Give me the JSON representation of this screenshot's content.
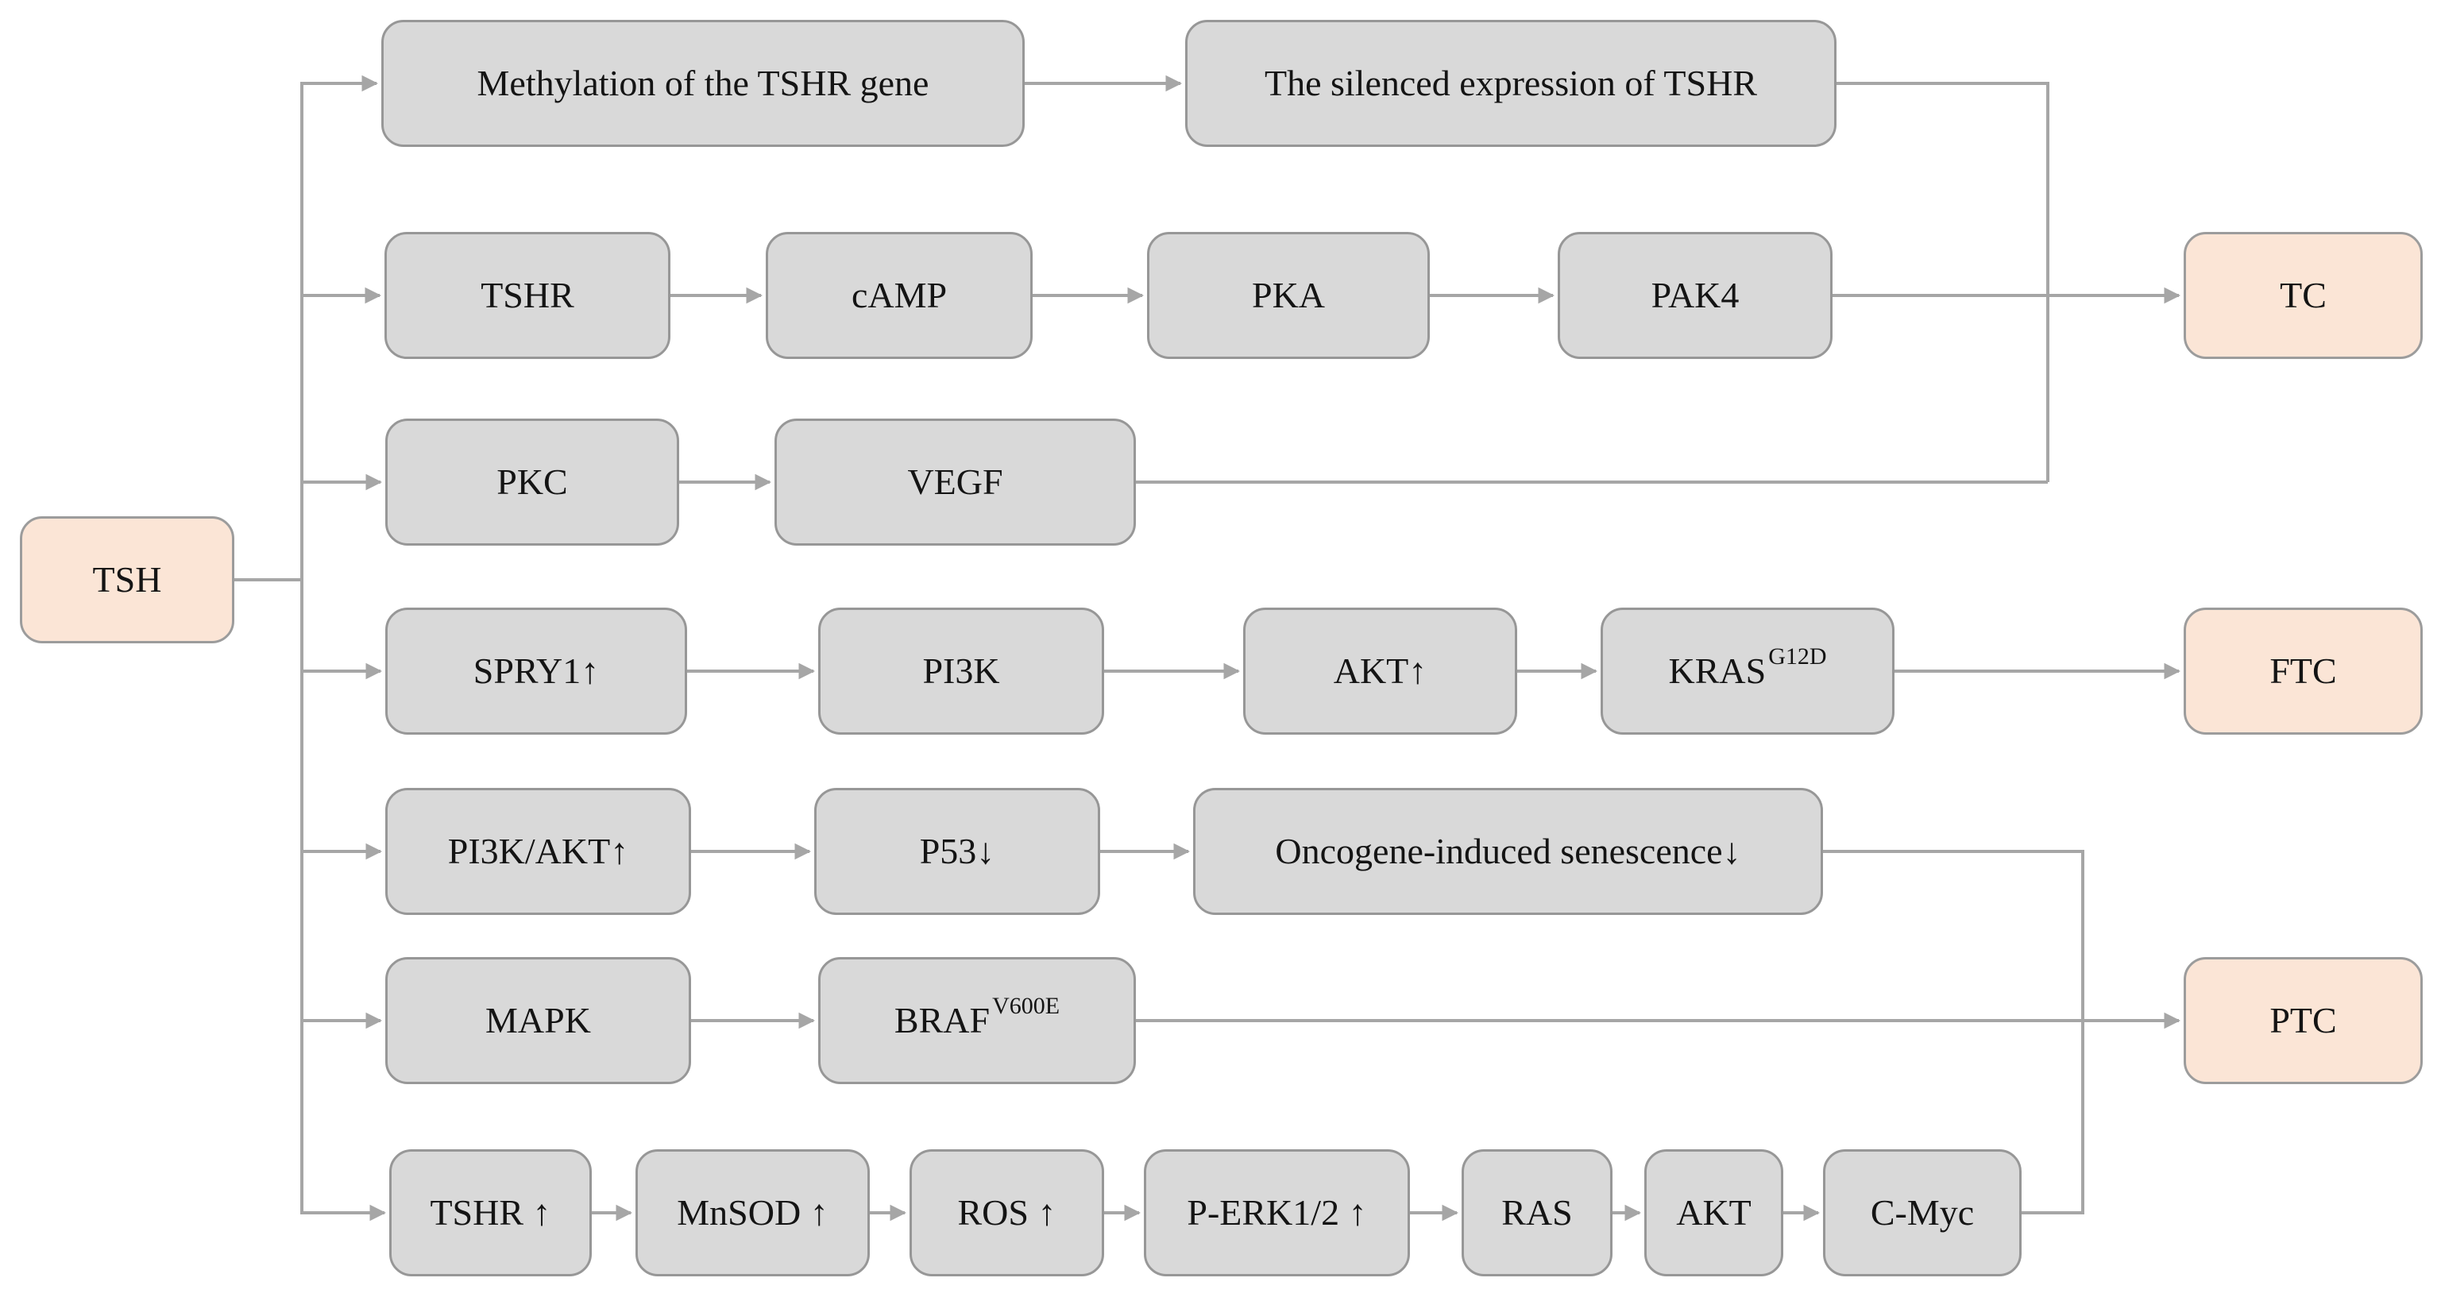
{
  "diagram": {
    "description": "TSH signalling pathway flowchart leading to thyroid cancers",
    "colors": {
      "process_box_fill": "#d9d9d9",
      "process_box_border": "#979797",
      "outcome_box_fill": "#fbe5d6",
      "outcome_box_border": "#9c9c9c",
      "connector_line": "#a6a6a6",
      "text": "#141414"
    },
    "nodes": {
      "tsh": "TSH",
      "methylation": "Methylation of the TSHR gene",
      "silenced": "The silenced expression of TSHR",
      "tshr": "TSHR",
      "camp": "cAMP",
      "pka": "PKA",
      "pak4": "PAK4",
      "tc": "TC",
      "pkc": "PKC",
      "vegf": "VEGF",
      "spry1": "SPRY1↑",
      "pi3k": "PI3K",
      "akt_up": "AKT↑",
      "kras": {
        "base": "KRAS",
        "sup": "G12D"
      },
      "ftc": "FTC",
      "pi3k_akt": "PI3K/AKT↑",
      "p53": "P53↓",
      "senescence": "Oncogene-induced senescence↓",
      "mapk": "MAPK",
      "braf": {
        "base": "BRAF",
        "sup": "V600E"
      },
      "ptc": "PTC",
      "tshr_up": "TSHR ↑",
      "mnsod": "MnSOD ↑",
      "ros": "ROS ↑",
      "perk": "P-ERK1/2 ↑",
      "ras": "RAS",
      "akt": "AKT",
      "cmyc": "C-Myc"
    },
    "edges": [
      {
        "from": "tsh",
        "to": "methylation"
      },
      {
        "from": "tsh",
        "to": "tshr"
      },
      {
        "from": "tsh",
        "to": "pkc"
      },
      {
        "from": "tsh",
        "to": "spry1"
      },
      {
        "from": "tsh",
        "to": "pi3k_akt"
      },
      {
        "from": "tsh",
        "to": "mapk"
      },
      {
        "from": "tsh",
        "to": "tshr_up"
      },
      {
        "from": "methylation",
        "to": "silenced"
      },
      {
        "from": "silenced",
        "to": "tc"
      },
      {
        "from": "tshr",
        "to": "camp"
      },
      {
        "from": "camp",
        "to": "pka"
      },
      {
        "from": "pka",
        "to": "pak4"
      },
      {
        "from": "pak4",
        "to": "tc"
      },
      {
        "from": "pkc",
        "to": "vegf"
      },
      {
        "from": "vegf",
        "to": "tc"
      },
      {
        "from": "spry1",
        "to": "pi3k"
      },
      {
        "from": "pi3k",
        "to": "akt_up"
      },
      {
        "from": "akt_up",
        "to": "kras"
      },
      {
        "from": "kras",
        "to": "ftc"
      },
      {
        "from": "pi3k_akt",
        "to": "p53"
      },
      {
        "from": "p53",
        "to": "senescence"
      },
      {
        "from": "senescence",
        "to": "ptc"
      },
      {
        "from": "mapk",
        "to": "braf"
      },
      {
        "from": "braf",
        "to": "ptc"
      },
      {
        "from": "tshr_up",
        "to": "mnsod"
      },
      {
        "from": "mnsod",
        "to": "ros"
      },
      {
        "from": "ros",
        "to": "perk"
      },
      {
        "from": "perk",
        "to": "ras"
      },
      {
        "from": "ras",
        "to": "akt"
      },
      {
        "from": "akt",
        "to": "cmyc"
      },
      {
        "from": "cmyc",
        "to": "ptc"
      }
    ]
  }
}
